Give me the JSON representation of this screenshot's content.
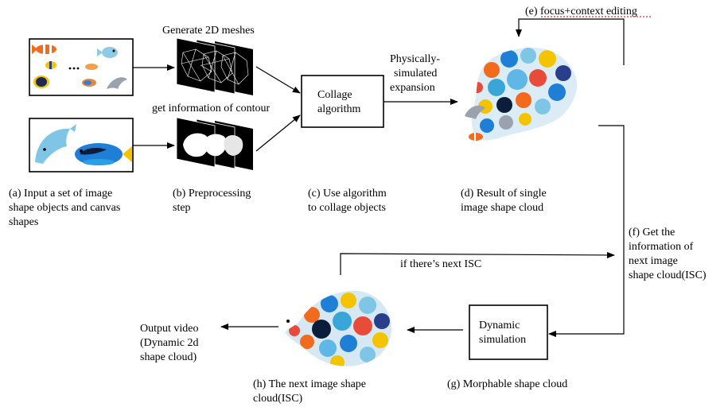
{
  "labels": {
    "a": [
      "(a) Input a set of  image",
      "shape objects and canvas",
      "shapes"
    ],
    "b": [
      "(b) Preprocessing",
      "step"
    ],
    "c": [
      "(c) Use algorithm",
      "to collage objects"
    ],
    "d": [
      "(d) Result of single",
      "image shape cloud"
    ],
    "e": "(e) focus+context editing",
    "f": [
      "(f) Get the",
      "information of",
      "next image",
      "shape cloud(ISC)"
    ],
    "g": "(g) Morphable shape cloud",
    "h": [
      "(h) The next image shape",
      "cloud(ISC)"
    ]
  },
  "arrows": {
    "generate_meshes": "Generate 2D meshes",
    "contour_info": "get information of contour",
    "expansion": [
      "Physically-",
      "simulated",
      "expansion"
    ],
    "next_isc": "if there’s next ISC"
  },
  "boxes": {
    "collage": [
      "Collage",
      "algorithm"
    ],
    "dynamic": [
      "Dynamic",
      "simulation"
    ]
  },
  "output": [
    "Output video",
    "(Dynamic 2d",
    "shape cloud)"
  ],
  "icons": {
    "fish_objects": "fish-objects-icon",
    "dolphin_canvas": "dolphin-tang-canvas-icon",
    "meshes": "mesh-stack-icon",
    "contours": "contour-stack-icon",
    "dolphin_cloud": "dolphin-shape-cloud-icon",
    "fish_cloud": "fish-shape-cloud-icon"
  },
  "colors": {
    "clownfish": "#f26a1b",
    "tang": "#1f7fd6",
    "dolphin": "#7fc6e6",
    "yellow": "#f5c400",
    "editing_underline": "#cc0000"
  }
}
